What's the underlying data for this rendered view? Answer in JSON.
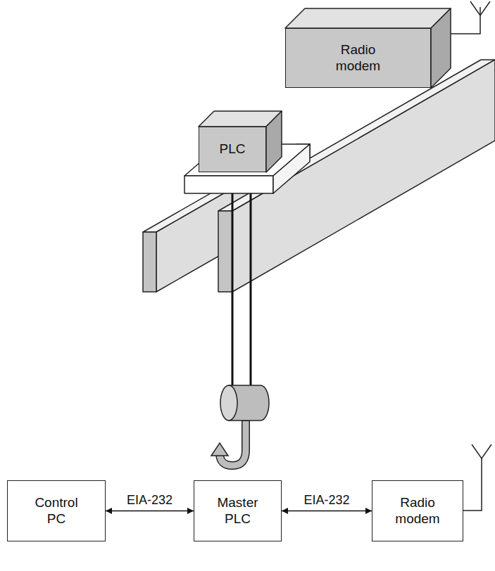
{
  "diagram": {
    "nodes": [
      {
        "text": [
          "Radio modem"
        ]
      },
      {
        "text": [
          "PLC"
        ]
      },
      {
        "text": [
          "Control PC"
        ]
      },
      {
        "text": [
          "Master PLC"
        ]
      },
      {
        "text": [
          "Radio modem"
        ]
      }
    ],
    "edges": [
      {
        "from": 2,
        "to": 3,
        "label": "EIA-232",
        "arrow": "both"
      },
      {
        "from": 3,
        "to": 4,
        "label": "EIA-232",
        "arrow": "both"
      }
    ]
  }
}
